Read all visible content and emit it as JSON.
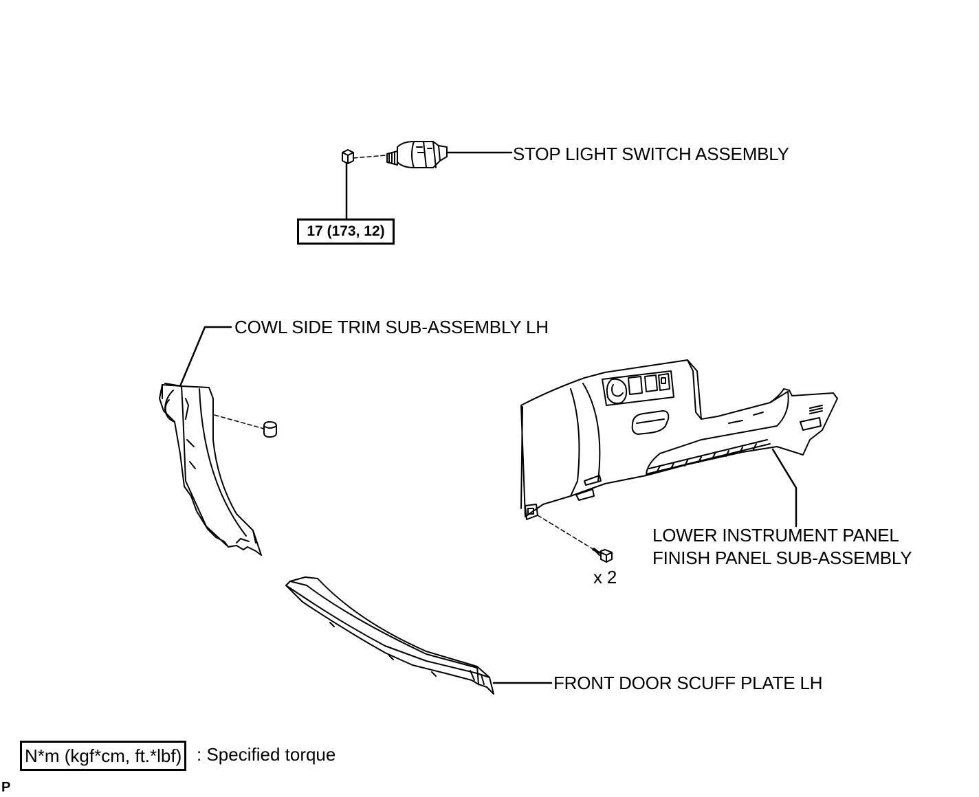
{
  "labels": {
    "stop_light_switch": "STOP LIGHT SWITCH ASSEMBLY",
    "cowl_side_trim": "COWL SIDE TRIM SUB-ASSEMBLY LH",
    "lower_panel_line1": "LOWER INSTRUMENT PANEL",
    "lower_panel_line2": "FINISH PANEL SUB-ASSEMBLY",
    "scuff_plate": "FRONT DOOR SCUFF PLATE LH",
    "bolt_qty": "x 2"
  },
  "torque": {
    "stop_light_nut": "17 (173, 12)"
  },
  "legend": {
    "unit_box": "N*m (kgf*cm, ft.*lbf)",
    "description": ": Specified torque"
  },
  "figure_code": "P"
}
